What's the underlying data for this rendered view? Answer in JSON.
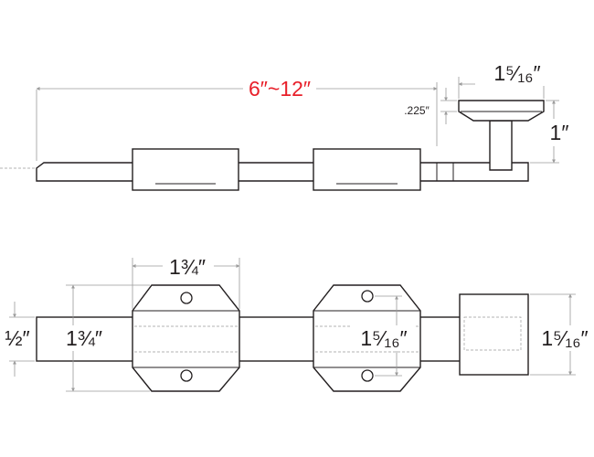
{
  "dimensions": {
    "overall_length": "6″~12″",
    "knob_width": "1⁵⁄₁₆″",
    "knob_height": "1″",
    "plate_offset": ".225″",
    "guide_width": "1¾″",
    "bolt_height": "½″",
    "guide_height": "1¾″",
    "hole_spacing": "1⁵⁄₁₆″",
    "strike_height": "1⁵⁄₁₆″"
  },
  "colors": {
    "line": "#231f20",
    "dimension_line": "#9a9a9a",
    "highlight_text": "#e8202a"
  }
}
